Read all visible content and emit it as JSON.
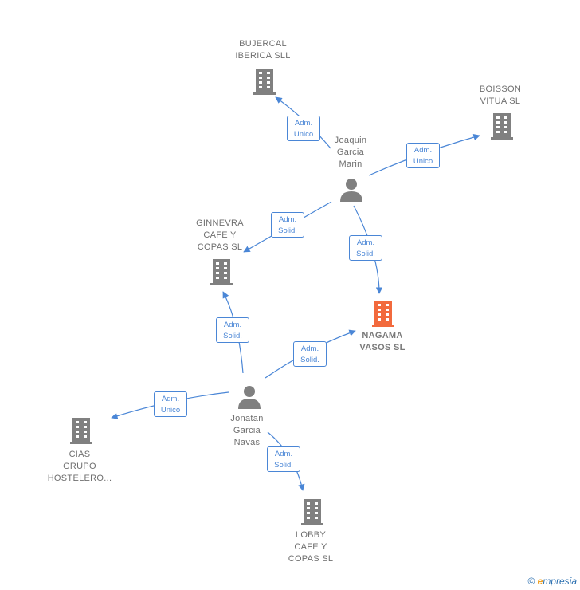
{
  "companies": {
    "bujercal": [
      "BUJERCAL",
      "IBERICA SLL"
    ],
    "boisson": [
      "BOISSON",
      "VITUA  SL"
    ],
    "ginnevra": [
      "GINNEVRA",
      "CAFE Y",
      "COPAS  SL"
    ],
    "nagama": [
      "NAGAMA",
      "VASOS  SL"
    ],
    "cias": [
      "CIAS",
      "GRUPO",
      "HOSTELERO..."
    ],
    "lobby": [
      "LOBBY",
      "CAFE Y",
      "COPAS  SL"
    ]
  },
  "persons": {
    "joaquin": [
      "Joaquin",
      "Garcia",
      "Marin"
    ],
    "jonatan": [
      "Jonatan",
      "Garcia",
      "Navas"
    ]
  },
  "relations": {
    "r1": [
      "Adm.",
      "Unico"
    ],
    "r2": [
      "Adm.",
      "Unico"
    ],
    "r3": [
      "Adm.",
      "Solid."
    ],
    "r4": [
      "Adm.",
      "Solid."
    ],
    "r5": [
      "Adm.",
      "Solid."
    ],
    "r6": [
      "Adm.",
      "Solid."
    ],
    "r7": [
      "Adm.",
      "Unico"
    ],
    "r8": [
      "Adm.",
      "Solid."
    ]
  },
  "colors": {
    "node_gray": "#808080",
    "main_company": "#f26a3d",
    "edge_blue": "#4a86d6"
  },
  "footer": {
    "copyright": "©",
    "brand_initial": "e",
    "brand_rest": "mpresia"
  }
}
